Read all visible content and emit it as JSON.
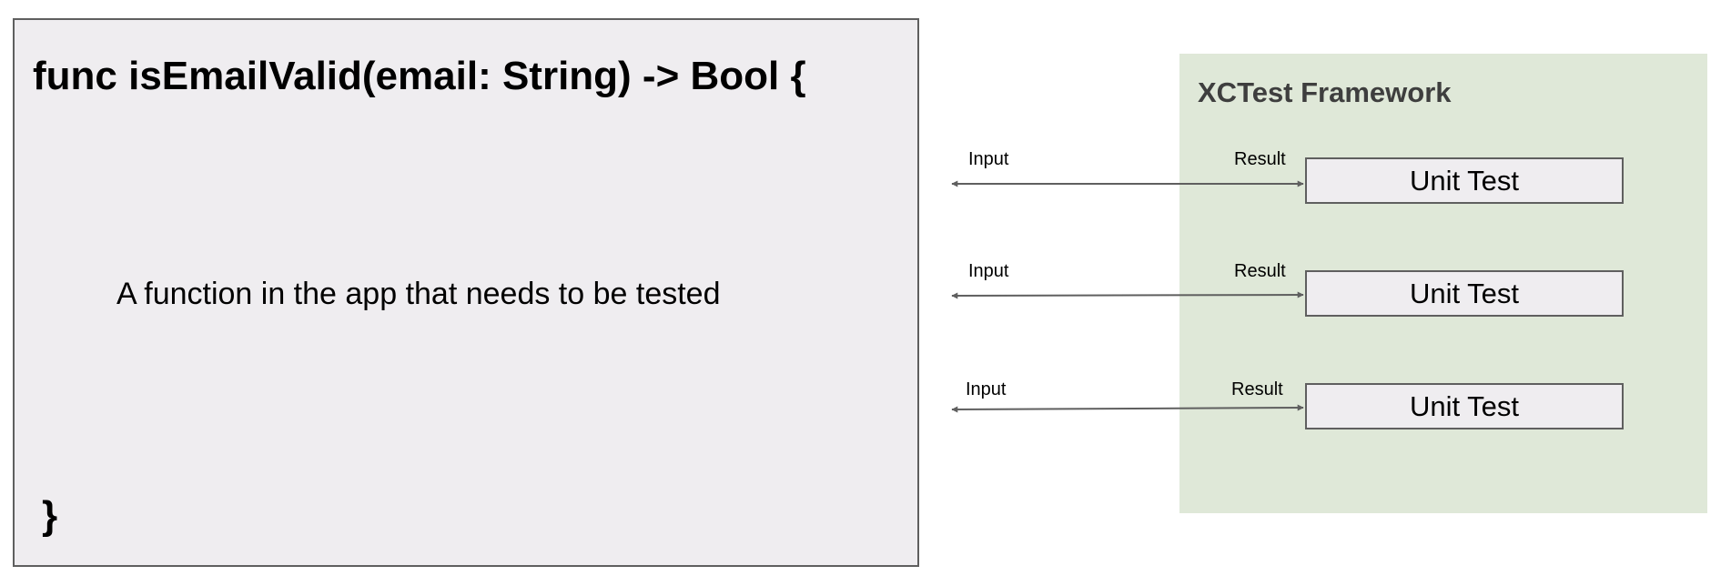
{
  "function_box": {
    "signature": "func isEmailValid(email: String) -> Bool {",
    "description": "A function in the app that needs to be tested",
    "closing_brace": "}"
  },
  "framework": {
    "title": "XCTest Framework"
  },
  "connections": [
    {
      "input_label": "Input",
      "result_label": "Result",
      "unit_test_label": "Unit Test"
    },
    {
      "input_label": "Input",
      "result_label": "Result",
      "unit_test_label": "Unit Test"
    },
    {
      "input_label": "Input",
      "result_label": "Result",
      "unit_test_label": "Unit Test"
    }
  ],
  "colors": {
    "function_box_fill": "#efedf0",
    "framework_fill": "#dfe8d8",
    "border": "#5f5f5f",
    "arrow": "#5f5f5f"
  }
}
